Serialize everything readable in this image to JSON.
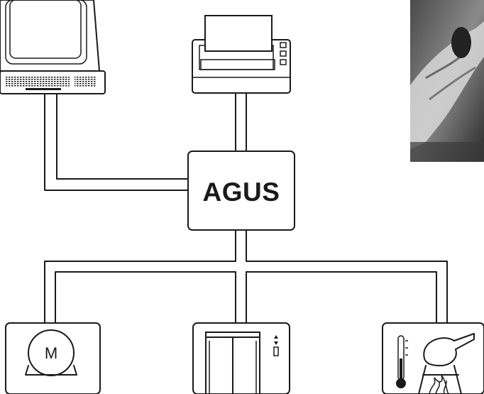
{
  "hub": {
    "label": "AGUS"
  },
  "devices": {
    "motor": {
      "label": "M",
      "icon": "motor-icon"
    },
    "terminal": {
      "icon": "computer-terminal-icon"
    },
    "printer": {
      "icon": "printer-icon"
    },
    "elevator": {
      "icon": "elevator-icon"
    },
    "heating": {
      "icon": "thermometer-burner-icon"
    }
  },
  "photo": {
    "icon": "hand-photo-grayscale"
  }
}
